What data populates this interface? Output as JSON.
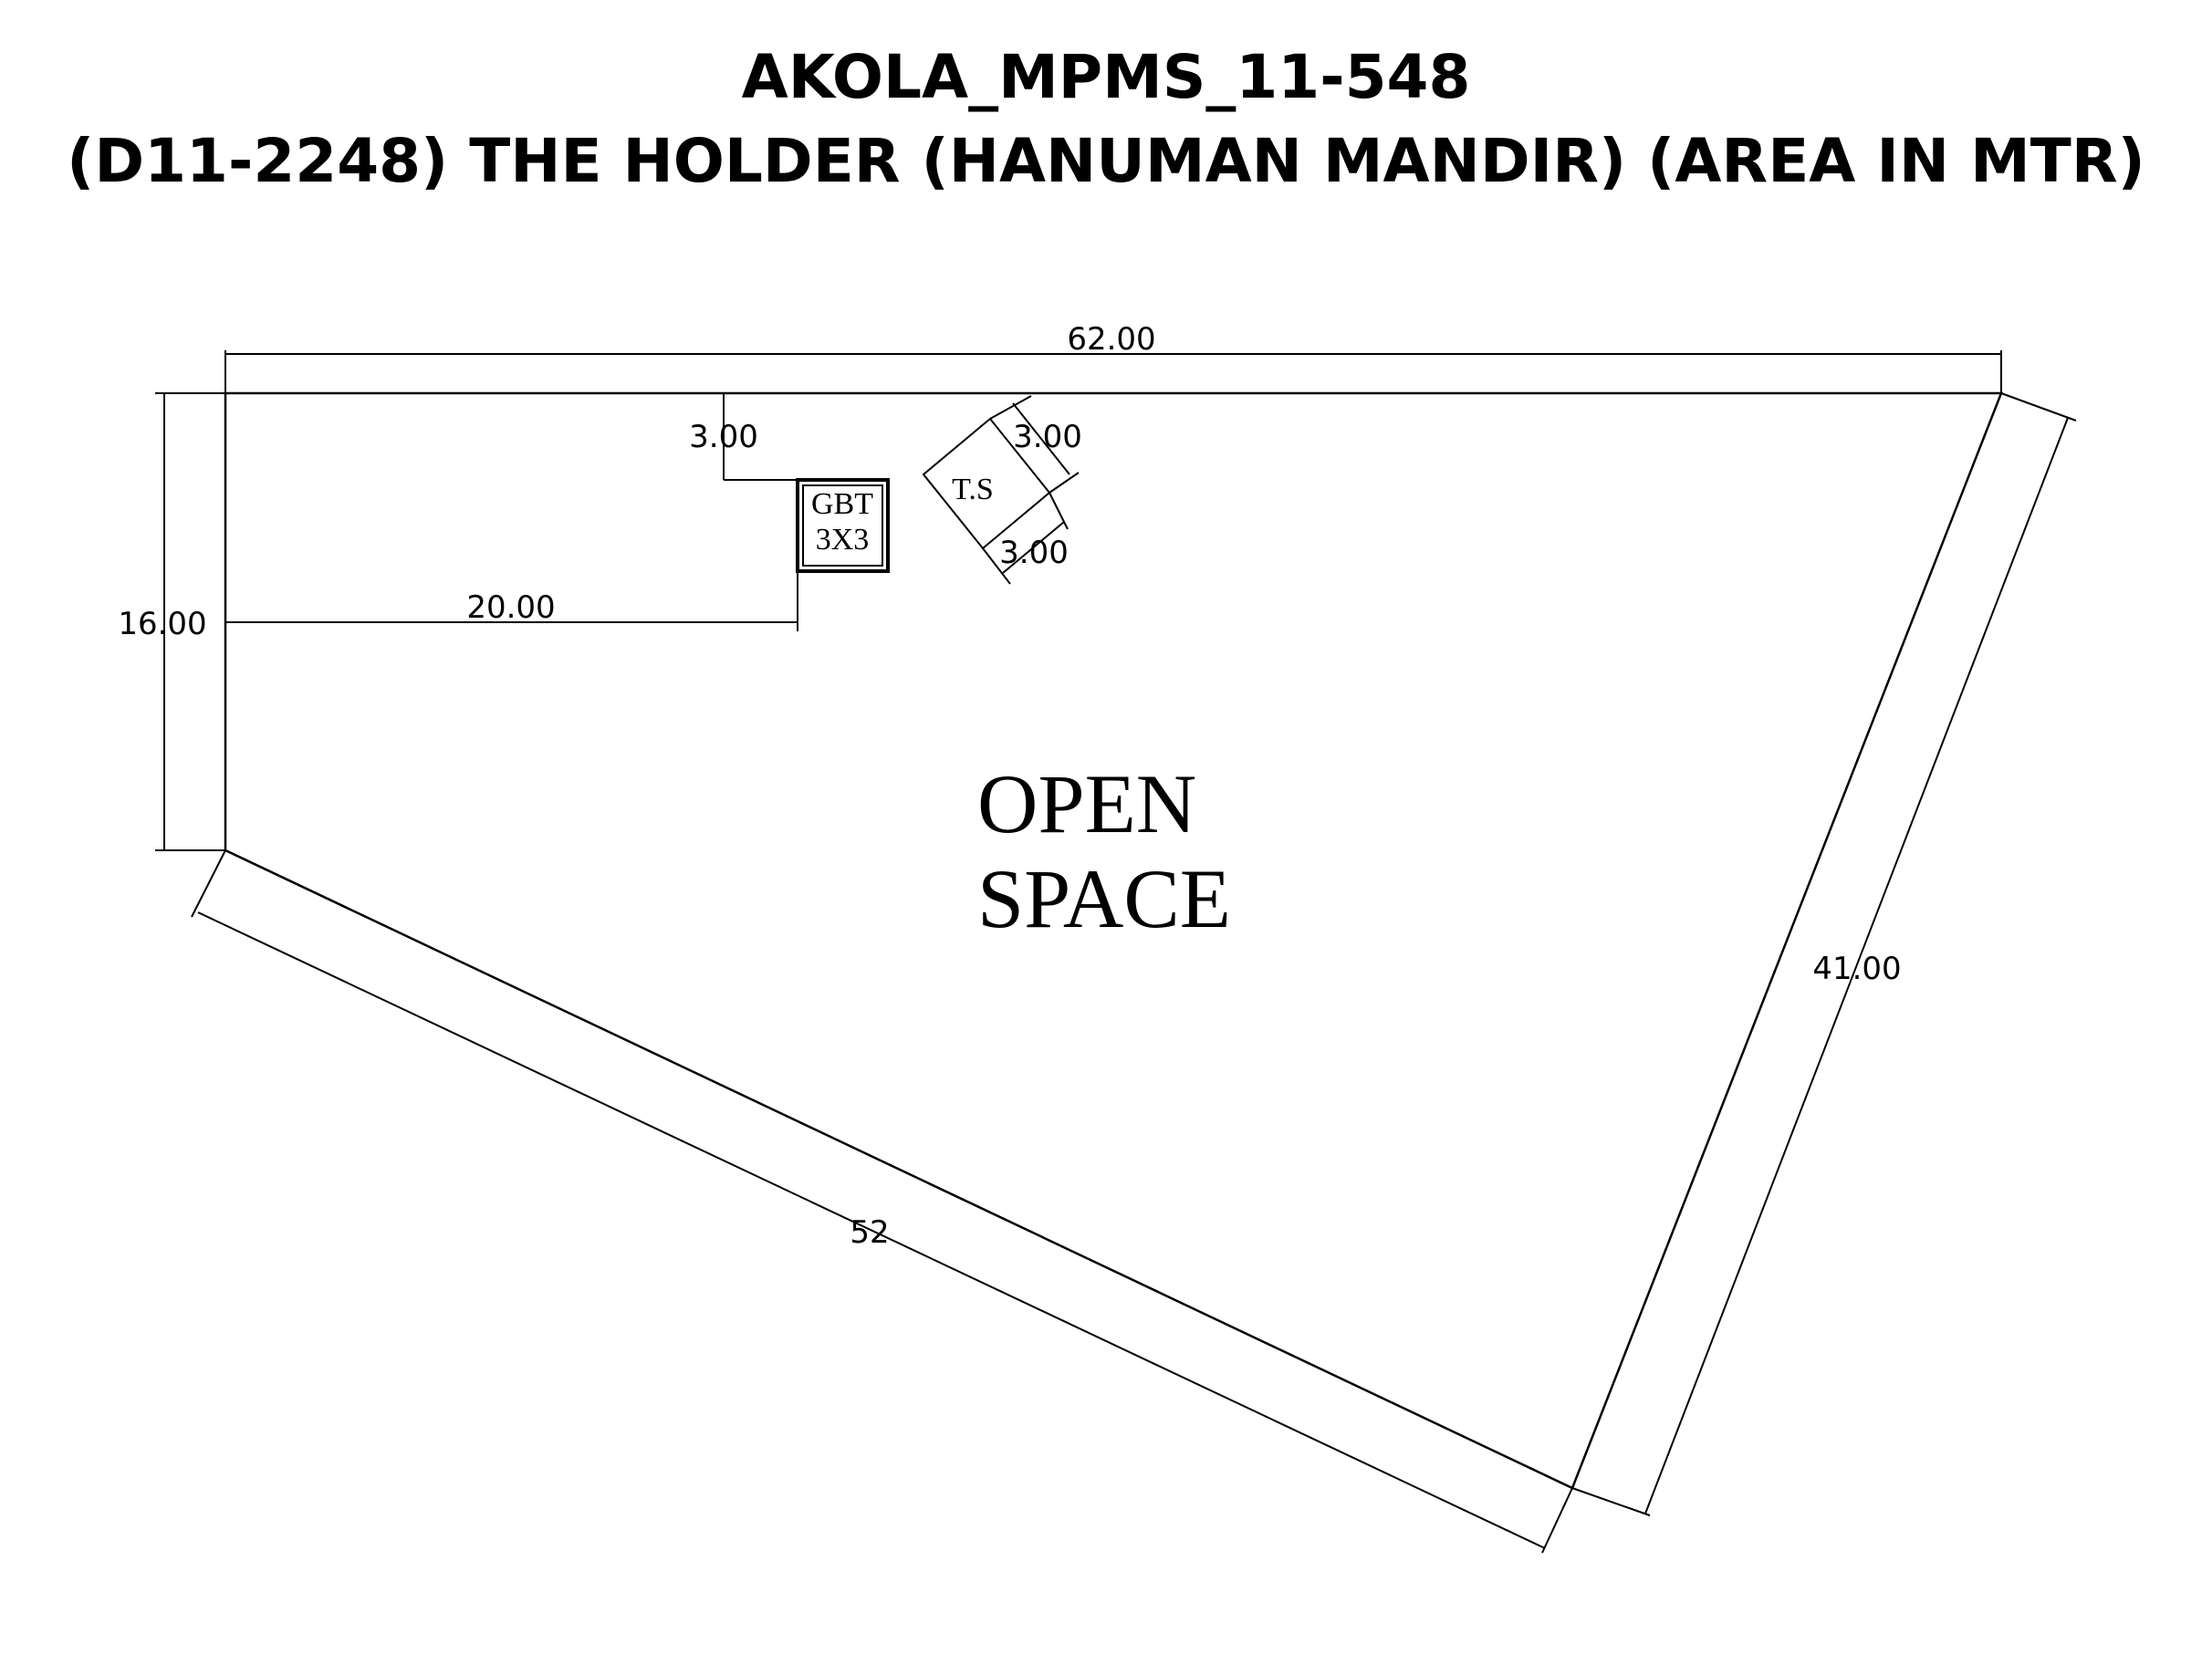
{
  "header": {
    "title_line1": "AKOLA_MPMS_11-548",
    "title_line2": "(D11-2248) THE HOLDER (HANUMAN MANDIR) (AREA IN MTR)"
  },
  "dimensions": {
    "top": "62.00",
    "left": "16.00",
    "right": "41.00",
    "bottom": "52",
    "gbt_offset_x": "20.00",
    "gbt_offset_y": "3.00",
    "ts_side_a": "3.00",
    "ts_side_b": "3.00"
  },
  "labels": {
    "gbt_line1": "GBT",
    "gbt_line2": "3X3",
    "ts": "T.S",
    "open_line1": "OPEN",
    "open_line2": "SPACE"
  }
}
